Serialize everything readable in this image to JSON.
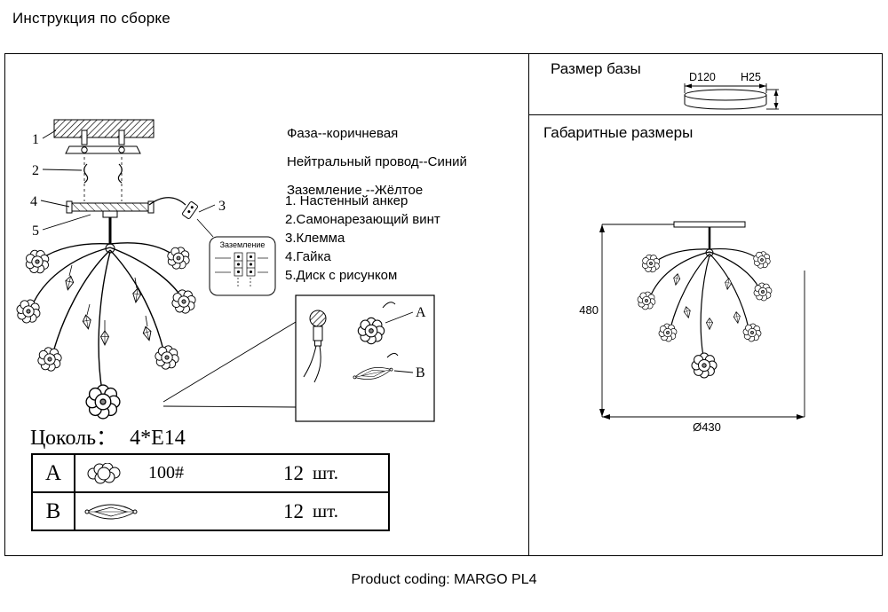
{
  "header": {
    "title": "Инструкция по сборке"
  },
  "assembly": {
    "callouts": [
      "1",
      "2",
      "3",
      "4",
      "5"
    ],
    "wiring": {
      "phase": "Фаза--коричневая",
      "neutral": "Нейтральный провод--Синий",
      "ground": "Заземление --Жёлтое"
    },
    "parts": [
      "1. Настенный анкер",
      "2.Самонарезающий винт",
      "3.Клемма",
      "4.Гайка",
      "5.Диск с рисунком"
    ],
    "ground_inset_label": "Заземление",
    "detail_labels": {
      "a": "A",
      "b": "B"
    },
    "socket": {
      "label": "Цоколь：",
      "value": "4*E14"
    },
    "table": {
      "rows": [
        {
          "id": "A",
          "icon": "flower-shade-icon",
          "spec": "100#",
          "qty": "12",
          "unit": "шт."
        },
        {
          "id": "B",
          "icon": "leaf-crystal-icon",
          "spec": "",
          "qty": "12",
          "unit": "шт."
        }
      ]
    }
  },
  "base_size": {
    "title": "Размер базы",
    "diameter": "D120",
    "height": "H25"
  },
  "overall_size": {
    "title": "Габаритные размеры",
    "height": "480",
    "diameter": "Ø430"
  },
  "footer": {
    "text": "Product coding: MARGO PL4"
  },
  "colors": {
    "ink": "#000000",
    "paper": "#ffffff"
  }
}
